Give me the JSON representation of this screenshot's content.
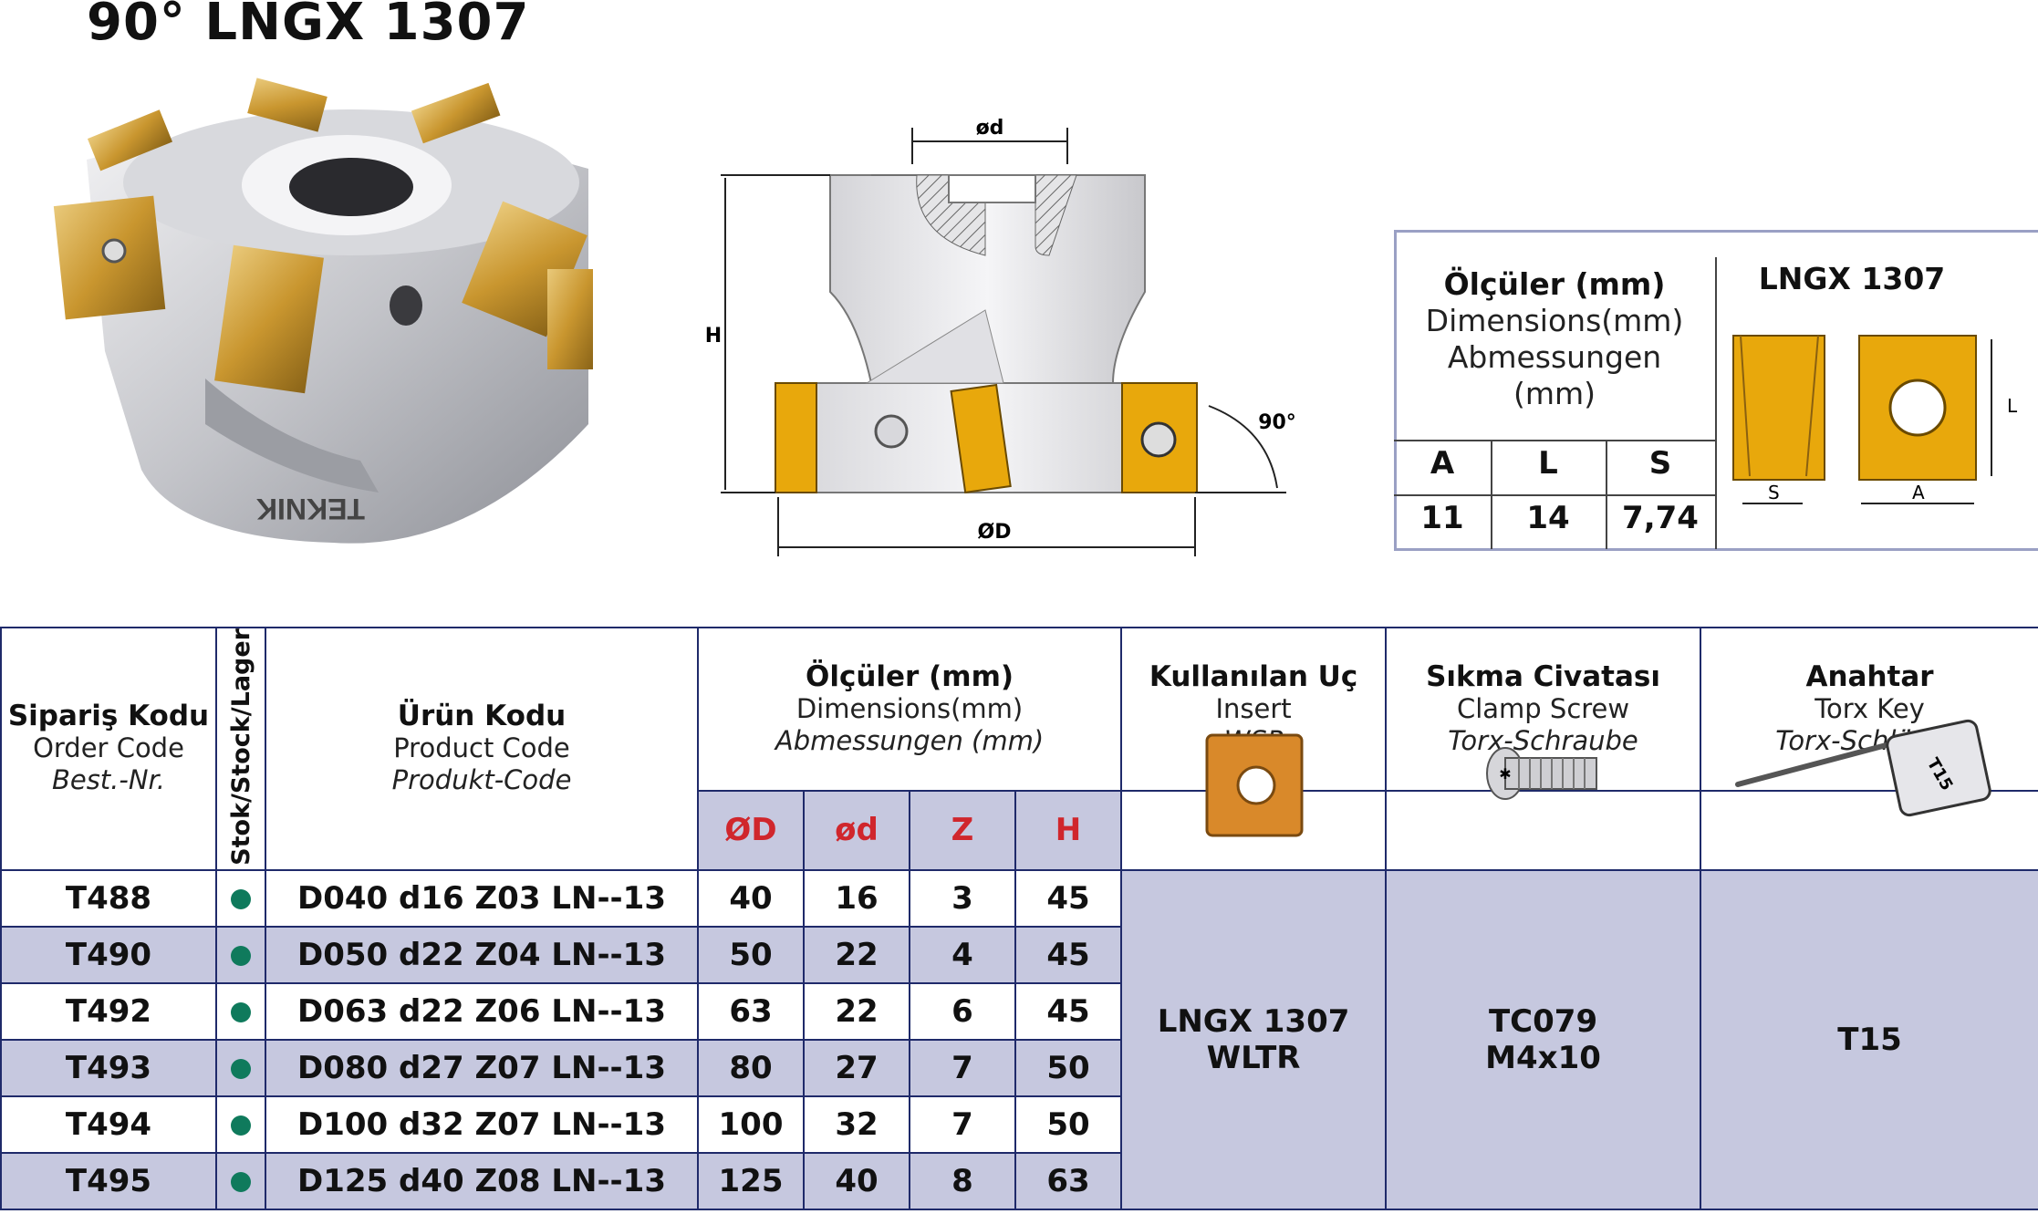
{
  "title": "90° LNGX 1307",
  "drawing": {
    "od_small": "ød",
    "od_large": "ØD",
    "height": "H",
    "angle": "90°"
  },
  "dimensions_box": {
    "head_bold": "Ölçüler (mm)",
    "head_en": "Dimensions(mm)",
    "head_de_1": "Abmessungen",
    "head_de_2": "(mm)",
    "insert_title": "LNGX 1307",
    "cols": [
      "A",
      "L",
      "S"
    ],
    "values": [
      "11",
      "14",
      "7,74"
    ],
    "diagram_labels": {
      "L": "L",
      "S": "S",
      "A": "A"
    }
  },
  "table": {
    "order": {
      "tr": "Sipariş Kodu",
      "en": "Order Code",
      "de": "Best.-Nr."
    },
    "stock": {
      "tr": "Stok",
      "rest": "/Stock/Lager"
    },
    "product": {
      "tr": "Ürün Kodu",
      "en": "Product Code",
      "de": "Produkt-Code"
    },
    "dims": {
      "tr": "Ölçüler (mm)",
      "en": "Dimensions(mm)",
      "de": "Abmessungen (mm)"
    },
    "dim_cols": [
      "ØD",
      "ød",
      "Z",
      "H"
    ],
    "insert": {
      "tr": "Kullanılan Uç",
      "en": "Insert",
      "de": "WSP"
    },
    "screw": {
      "tr": "Sıkma Civatası",
      "en": "Clamp Screw",
      "de": "Torx-Schraube"
    },
    "key": {
      "tr": "Anahtar",
      "en": "Torx Key",
      "de": "Torx-Schlüssel"
    },
    "rows": [
      {
        "order": "T488",
        "product": "D040 d16 Z03 LN--13",
        "D": "40",
        "d": "16",
        "Z": "3",
        "H": "45"
      },
      {
        "order": "T490",
        "product": "D050 d22 Z04 LN--13",
        "D": "50",
        "d": "22",
        "Z": "4",
        "H": "45"
      },
      {
        "order": "T492",
        "product": "D063 d22 Z06 LN--13",
        "D": "63",
        "d": "22",
        "Z": "6",
        "H": "45"
      },
      {
        "order": "T493",
        "product": "D080 d27 Z07 LN--13",
        "D": "80",
        "d": "27",
        "Z": "7",
        "H": "50"
      },
      {
        "order": "T494",
        "product": "D100 d32 Z07 LN--13",
        "D": "100",
        "d": "32",
        "Z": "7",
        "H": "50"
      },
      {
        "order": "T495",
        "product": "D125 d40 Z08 LN--13",
        "D": "125",
        "d": "40",
        "Z": "8",
        "H": "63"
      }
    ],
    "insert_value_1": "LNGX 1307",
    "insert_value_2": "WLTR",
    "screw_value_1": "TC079",
    "screw_value_2": "M4x10",
    "key_value": "T15",
    "key_label": "T15"
  },
  "colors": {
    "gold": "#e8a80c",
    "shade": "#c6c8df",
    "border": "#1f2a6a",
    "stock_dot": "#0f7a5c",
    "accent_red": "#d0262c"
  }
}
